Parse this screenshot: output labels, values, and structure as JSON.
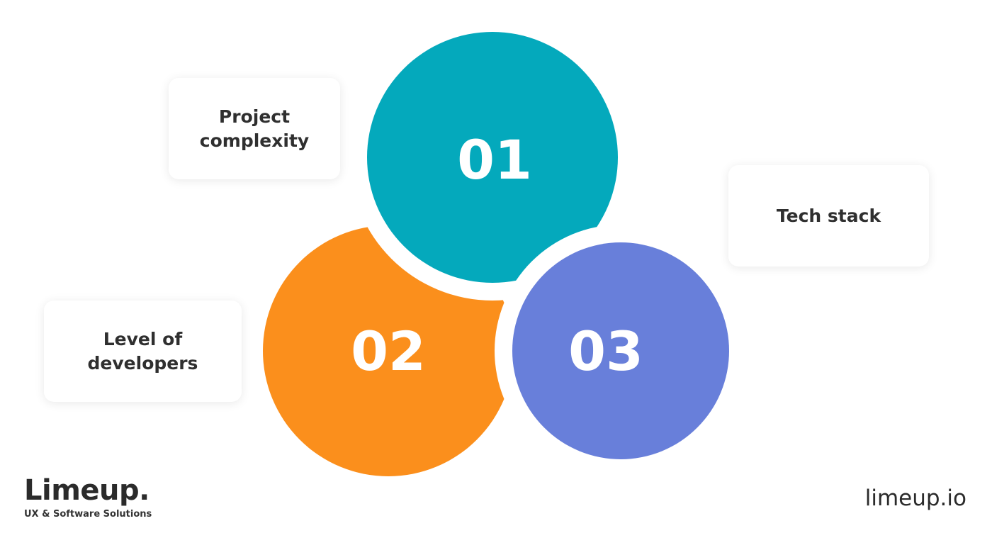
{
  "circles": [
    {
      "number": "01",
      "color": "#04A9BC"
    },
    {
      "number": "02",
      "color": "#FB8F1C"
    },
    {
      "number": "03",
      "color": "#687FDA"
    }
  ],
  "cards": {
    "project_complexity": "Project\ncomplexity",
    "tech_stack": "Tech stack",
    "level_of_developers": "Level of\ndevelopers"
  },
  "brand": {
    "name": "Limeup.",
    "tagline": "UX & Software Solutions",
    "website": "limeup.io"
  }
}
